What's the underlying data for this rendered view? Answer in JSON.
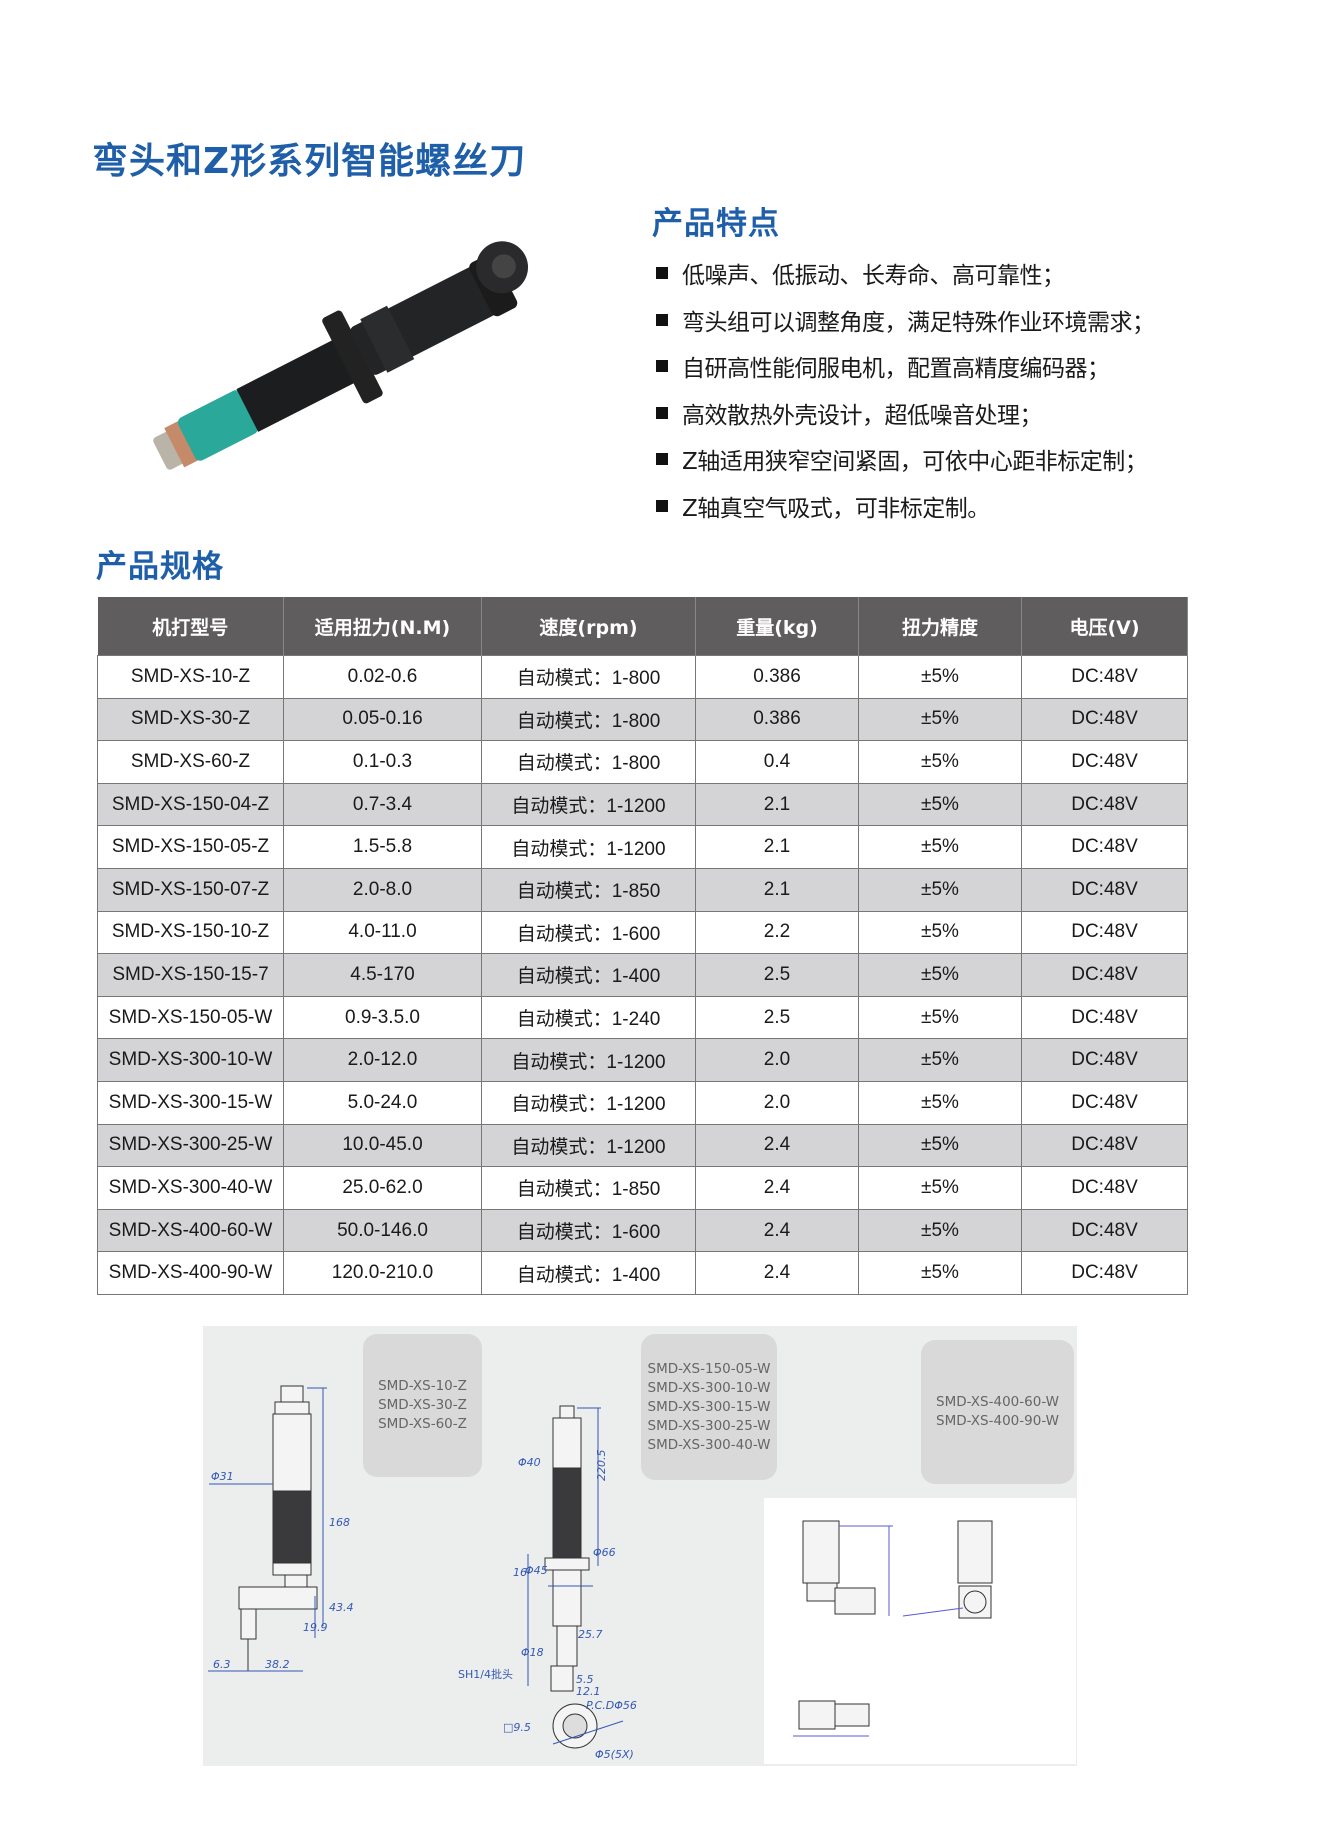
{
  "page_title": "弯头和Z形系列智能螺丝刀",
  "features": {
    "title": "产品特点",
    "items": [
      "低噪声、低振动、长寿命、高可靠性；",
      "弯头组可以调整角度，满足特殊作业环境需求；",
      "自研高性能伺服电机，配置高精度编码器；",
      "高效散热外壳设计，超低噪音处理；",
      "Z轴适用狭窄空间紧固，可依中心距非标定制；",
      "Z轴真空气吸式，可非标定制。"
    ]
  },
  "specs": {
    "title": "产品规格",
    "headers": [
      "机打型号",
      "适用扭力(N.M)",
      "速度(rpm)",
      "重量(kg)",
      "扭力精度",
      "电压(V)"
    ],
    "rows": [
      [
        "SMD-XS-10-Z",
        "0.02-0.6",
        "自动模式：1-800",
        "0.386",
        "±5%",
        "DC:48V"
      ],
      [
        "SMD-XS-30-Z",
        "0.05-0.16",
        "自动模式：1-800",
        "0.386",
        "±5%",
        "DC:48V"
      ],
      [
        "SMD-XS-60-Z",
        "0.1-0.3",
        "自动模式：1-800",
        "0.4",
        "±5%",
        "DC:48V"
      ],
      [
        "SMD-XS-150-04-Z",
        "0.7-3.4",
        "自动模式：1-1200",
        "2.1",
        "±5%",
        "DC:48V"
      ],
      [
        "SMD-XS-150-05-Z",
        "1.5-5.8",
        "自动模式：1-1200",
        "2.1",
        "±5%",
        "DC:48V"
      ],
      [
        "SMD-XS-150-07-Z",
        "2.0-8.0",
        "自动模式：1-850",
        "2.1",
        "±5%",
        "DC:48V"
      ],
      [
        "SMD-XS-150-10-Z",
        "4.0-11.0",
        "自动模式：1-600",
        "2.2",
        "±5%",
        "DC:48V"
      ],
      [
        "SMD-XS-150-15-7",
        "4.5-170",
        "自动模式：1-400",
        "2.5",
        "±5%",
        "DC:48V"
      ],
      [
        "SMD-XS-150-05-W",
        "0.9-3.5.0",
        "自动模式：1-240",
        "2.5",
        "±5%",
        "DC:48V"
      ],
      [
        "SMD-XS-300-10-W",
        "2.0-12.0",
        "自动模式：1-1200",
        "2.0",
        "±5%",
        "DC:48V"
      ],
      [
        "SMD-XS-300-15-W",
        "5.0-24.0",
        "自动模式：1-1200",
        "2.0",
        "±5%",
        "DC:48V"
      ],
      [
        "SMD-XS-300-25-W",
        "10.0-45.0",
        "自动模式：1-1200",
        "2.4",
        "±5%",
        "DC:48V"
      ],
      [
        "SMD-XS-300-40-W",
        "25.0-62.0",
        "自动模式：1-850",
        "2.4",
        "±5%",
        "DC:48V"
      ],
      [
        "SMD-XS-400-60-W",
        "50.0-146.0",
        "自动模式：1-600",
        "2.4",
        "±5%",
        "DC:48V"
      ],
      [
        "SMD-XS-400-90-W",
        "120.0-210.0",
        "自动模式：1-400",
        "2.4",
        "±5%",
        "DC:48V"
      ]
    ]
  },
  "drawings": {
    "group1_models": [
      "SMD-XS-10-Z",
      "SMD-XS-30-Z",
      "SMD-XS-60-Z"
    ],
    "group2_models": [
      "SMD-XS-150-05-W",
      "SMD-XS-300-10-W",
      "SMD-XS-300-15-W",
      "SMD-XS-300-25-W",
      "SMD-XS-300-40-W"
    ],
    "group3_models": [
      "SMD-XS-400-60-W",
      "SMD-XS-400-90-W"
    ],
    "dims1": {
      "d31": "Φ31",
      "h168": "168",
      "h43": "43.4",
      "h19": "19.9",
      "w6": "6.3",
      "w38": "38.2"
    },
    "dims2": {
      "h220": "220.5",
      "d40": "Φ40",
      "h16": "16",
      "d66": "Φ66",
      "d45": "Φ45",
      "w25": "25.7",
      "d18": "Φ18",
      "bit": "SH1/4批头",
      "w55": "5.5",
      "w121": "12.1",
      "pcd": "P.C.DΦ56",
      "sq95": "□9.5",
      "holes": "Φ5(5X)"
    }
  },
  "colors": {
    "heading": "#1f5fa9",
    "table_header": "#5f5d5e",
    "row_alt": "#d4d4d6",
    "dimension": "#3458b5",
    "teal": "#2aa89a"
  }
}
